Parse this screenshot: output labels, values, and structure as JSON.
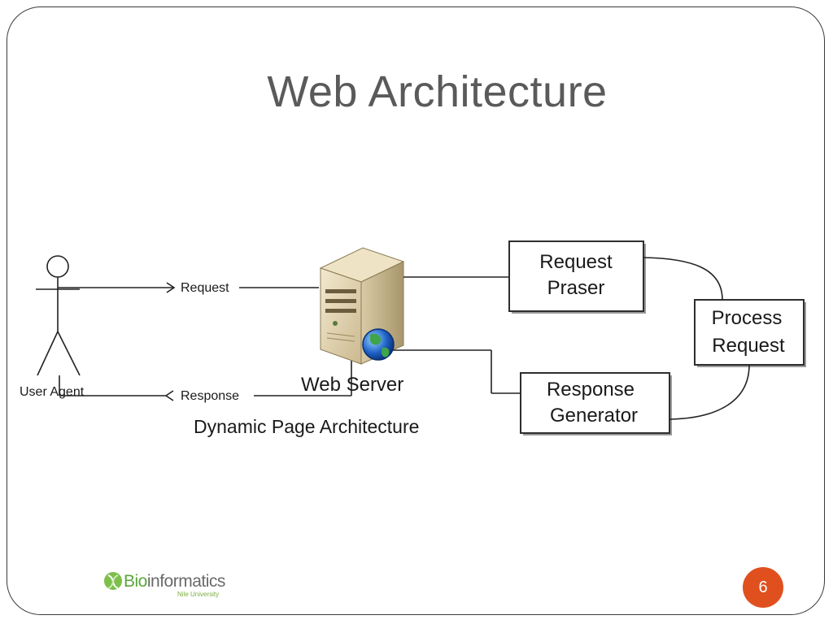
{
  "slide": {
    "title": "Web Architecture",
    "page_number": "6"
  },
  "diagram": {
    "actor_label": "User Agent",
    "request_label": "Request",
    "response_label": "Response",
    "server_label": "Web Server",
    "caption": "Dynamic Page Architecture",
    "request_parser": [
      "Request",
      "Praser"
    ],
    "process_request": [
      "Process",
      "Request"
    ],
    "response_generator": [
      "Response",
      "Generator"
    ]
  },
  "logo": {
    "brand_prefix": "Bio",
    "brand_suffix": "informatics",
    "subtitle": "Nile University"
  },
  "colors": {
    "page_badge": "#e0501f",
    "title_text": "#5a5a5a",
    "logo_green": "#5aa63a"
  }
}
